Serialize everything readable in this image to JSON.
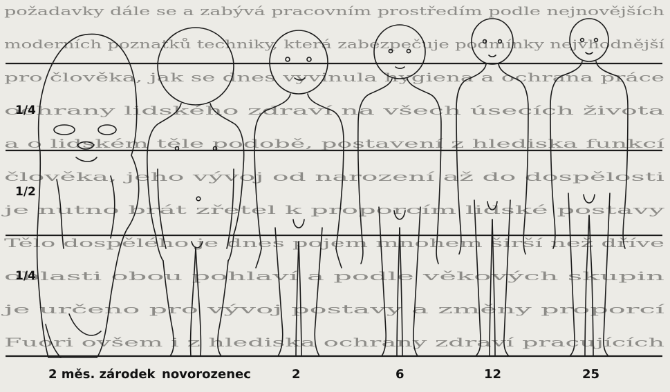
{
  "proportion_labels": [
    "1/4",
    "1/2",
    "1/4"
  ],
  "figure_labels": [
    "2 měs. zárodek",
    "novorozenec",
    "2",
    "6",
    "12",
    "25"
  ],
  "background_text_lines": [
    "požadavky dále se a zabývá pracovním prostředím podle nejnovějších",
    "moderních poznatků techniky, která zabezpečuje podmínky nejvhodnější",
    "pro člověka, jak se dnes vyvinula hygiena a ochrana práce",
    "ochrany lidského zdraví na všech úsecích života",
    "a o lidském těle podobě, postavení z hlediska funkcí",
    "člověka, jeho vývoj od narození až do dospělosti",
    "je nutno brát zřetel k proporcím lidské postavy",
    "Tělo dospělého je dnes pojem mnohem širší než dříve",
    "oblasti obou pohlaví a podle věkových skupin",
    "je určeno pro vývoj postavy a změny proporcí",
    "Fuori ovšem i z hlediska ochrany zdraví pracujících"
  ]
}
